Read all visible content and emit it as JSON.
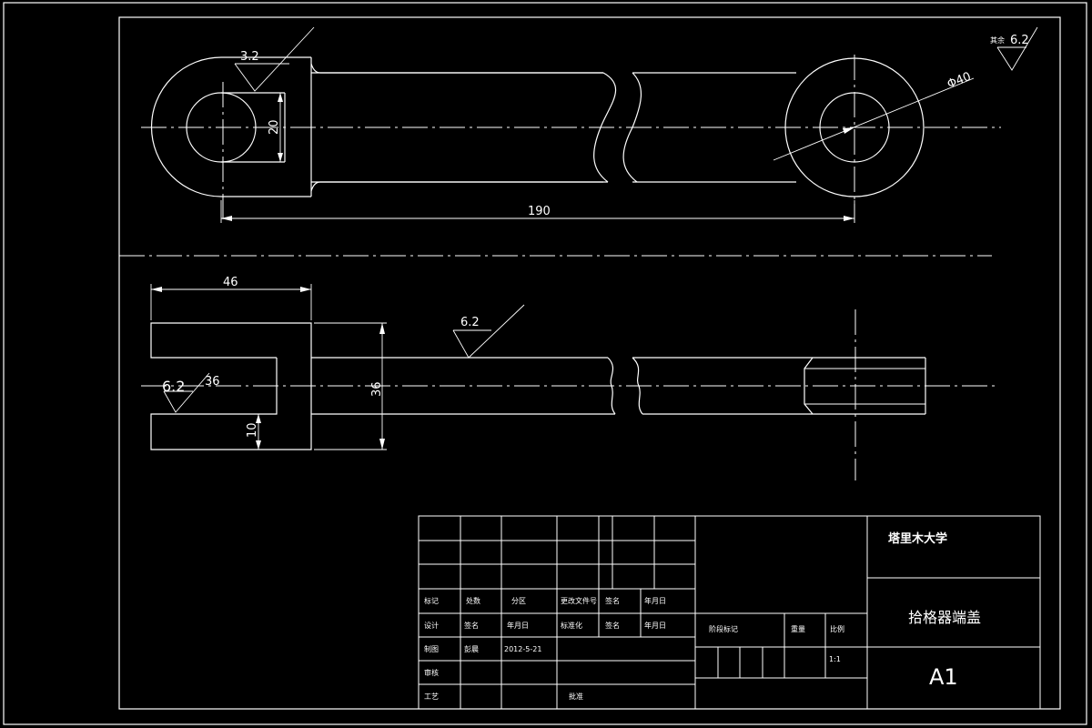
{
  "dimensions": {
    "ra_top_eye": "3.2",
    "top_height": "20",
    "total_length": "190",
    "diameter": "Φ40",
    "ra_corner_prefix": "其余",
    "ra_corner": "6.2",
    "side_length": "46",
    "ra_side_top": "6.2",
    "ra_slot": "6.2",
    "slot_width": "36",
    "side_height": "36",
    "side_bottom": "10"
  },
  "title_block": {
    "school": "塔里木大学",
    "part_name": "拾格器端盖",
    "drawing_number": "A1",
    "scale_label": "比例",
    "scale_value": "1:1",
    "weight_label": "重量",
    "stage_label": "阶段标记",
    "rows": {
      "r1": [
        "标记",
        "处数",
        "分区",
        "更改文件号",
        "签名",
        "年月日"
      ],
      "r2": [
        "设计",
        "签名",
        "年月日",
        "标准化",
        "签名",
        "年月日"
      ],
      "r3": [
        "制图",
        "彭晨",
        "2012-5-21"
      ],
      "r4": [
        "审核"
      ],
      "r5": [
        "工艺",
        "",
        "",
        "批准"
      ]
    }
  }
}
